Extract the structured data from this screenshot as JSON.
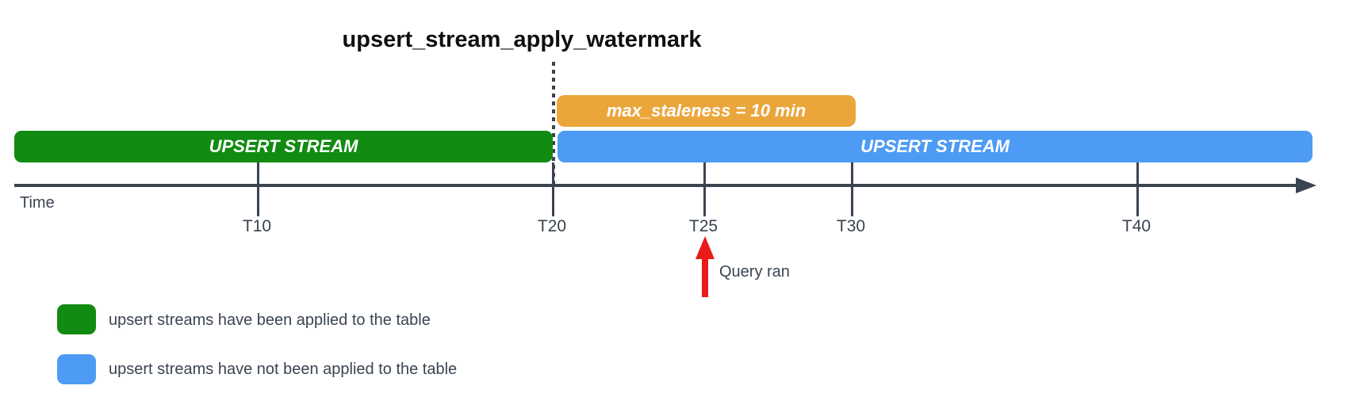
{
  "title": "upsert_stream_apply_watermark",
  "bars": {
    "staleness": {
      "label": "max_staleness = 10 min",
      "color": "#eba63b",
      "from_tick": "T20",
      "to_tick": "T30"
    },
    "applied": {
      "label": "UPSERT STREAM",
      "color": "#118b11",
      "to_tick": "T20"
    },
    "unapplied": {
      "label": "UPSERT STREAM",
      "color": "#4d9bf5",
      "from_tick": "T20"
    }
  },
  "axis": {
    "label": "Time",
    "ticks": [
      "T10",
      "T20",
      "T25",
      "T30",
      "T40"
    ],
    "line_color": "#3a4450"
  },
  "annotation": {
    "label": "Query ran",
    "at_tick": "T25",
    "arrow_color": "#e81a1a"
  },
  "legend": [
    {
      "swatch_color": "#118b11",
      "label": "upsert streams have been applied to the table"
    },
    {
      "swatch_color": "#4d9bf5",
      "label": "upsert streams have not been applied to the table"
    }
  ]
}
